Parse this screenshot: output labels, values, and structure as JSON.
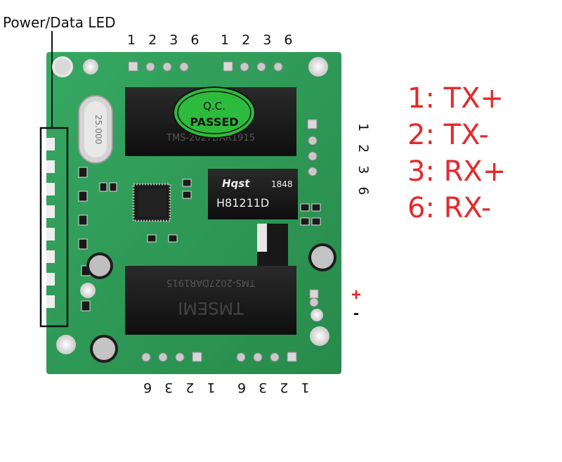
{
  "labels": {
    "power_data_led": "Power/Data LED",
    "top_left_pins": "1 2 3 6",
    "top_right_pins": "1 2 3 6",
    "bottom_left_pins": "1 2 3 6",
    "bottom_right_pins": "1 2 3 6",
    "right_pins": "1 2 3 6",
    "plus": "+",
    "minus": "-"
  },
  "pin_legend": [
    "1: TX+",
    "2: TX-",
    "3: RX+",
    "6: RX-"
  ],
  "board": {
    "qc_line1": "Q.C.",
    "qc_line2": "PASSED",
    "crystal_text": "25.000",
    "transformer_top_text": "TMS-2027DAR1915",
    "transformer_bottom_text": "TMS-2027DAR1915",
    "transformer_bottom_brand": "TMSEMI",
    "hqst_brand": "Hqst",
    "hqst_code": "1848",
    "hqst_part": "H81211D"
  },
  "colors": {
    "pcb": "#2f9e58",
    "legend_red": "#e5292a"
  }
}
